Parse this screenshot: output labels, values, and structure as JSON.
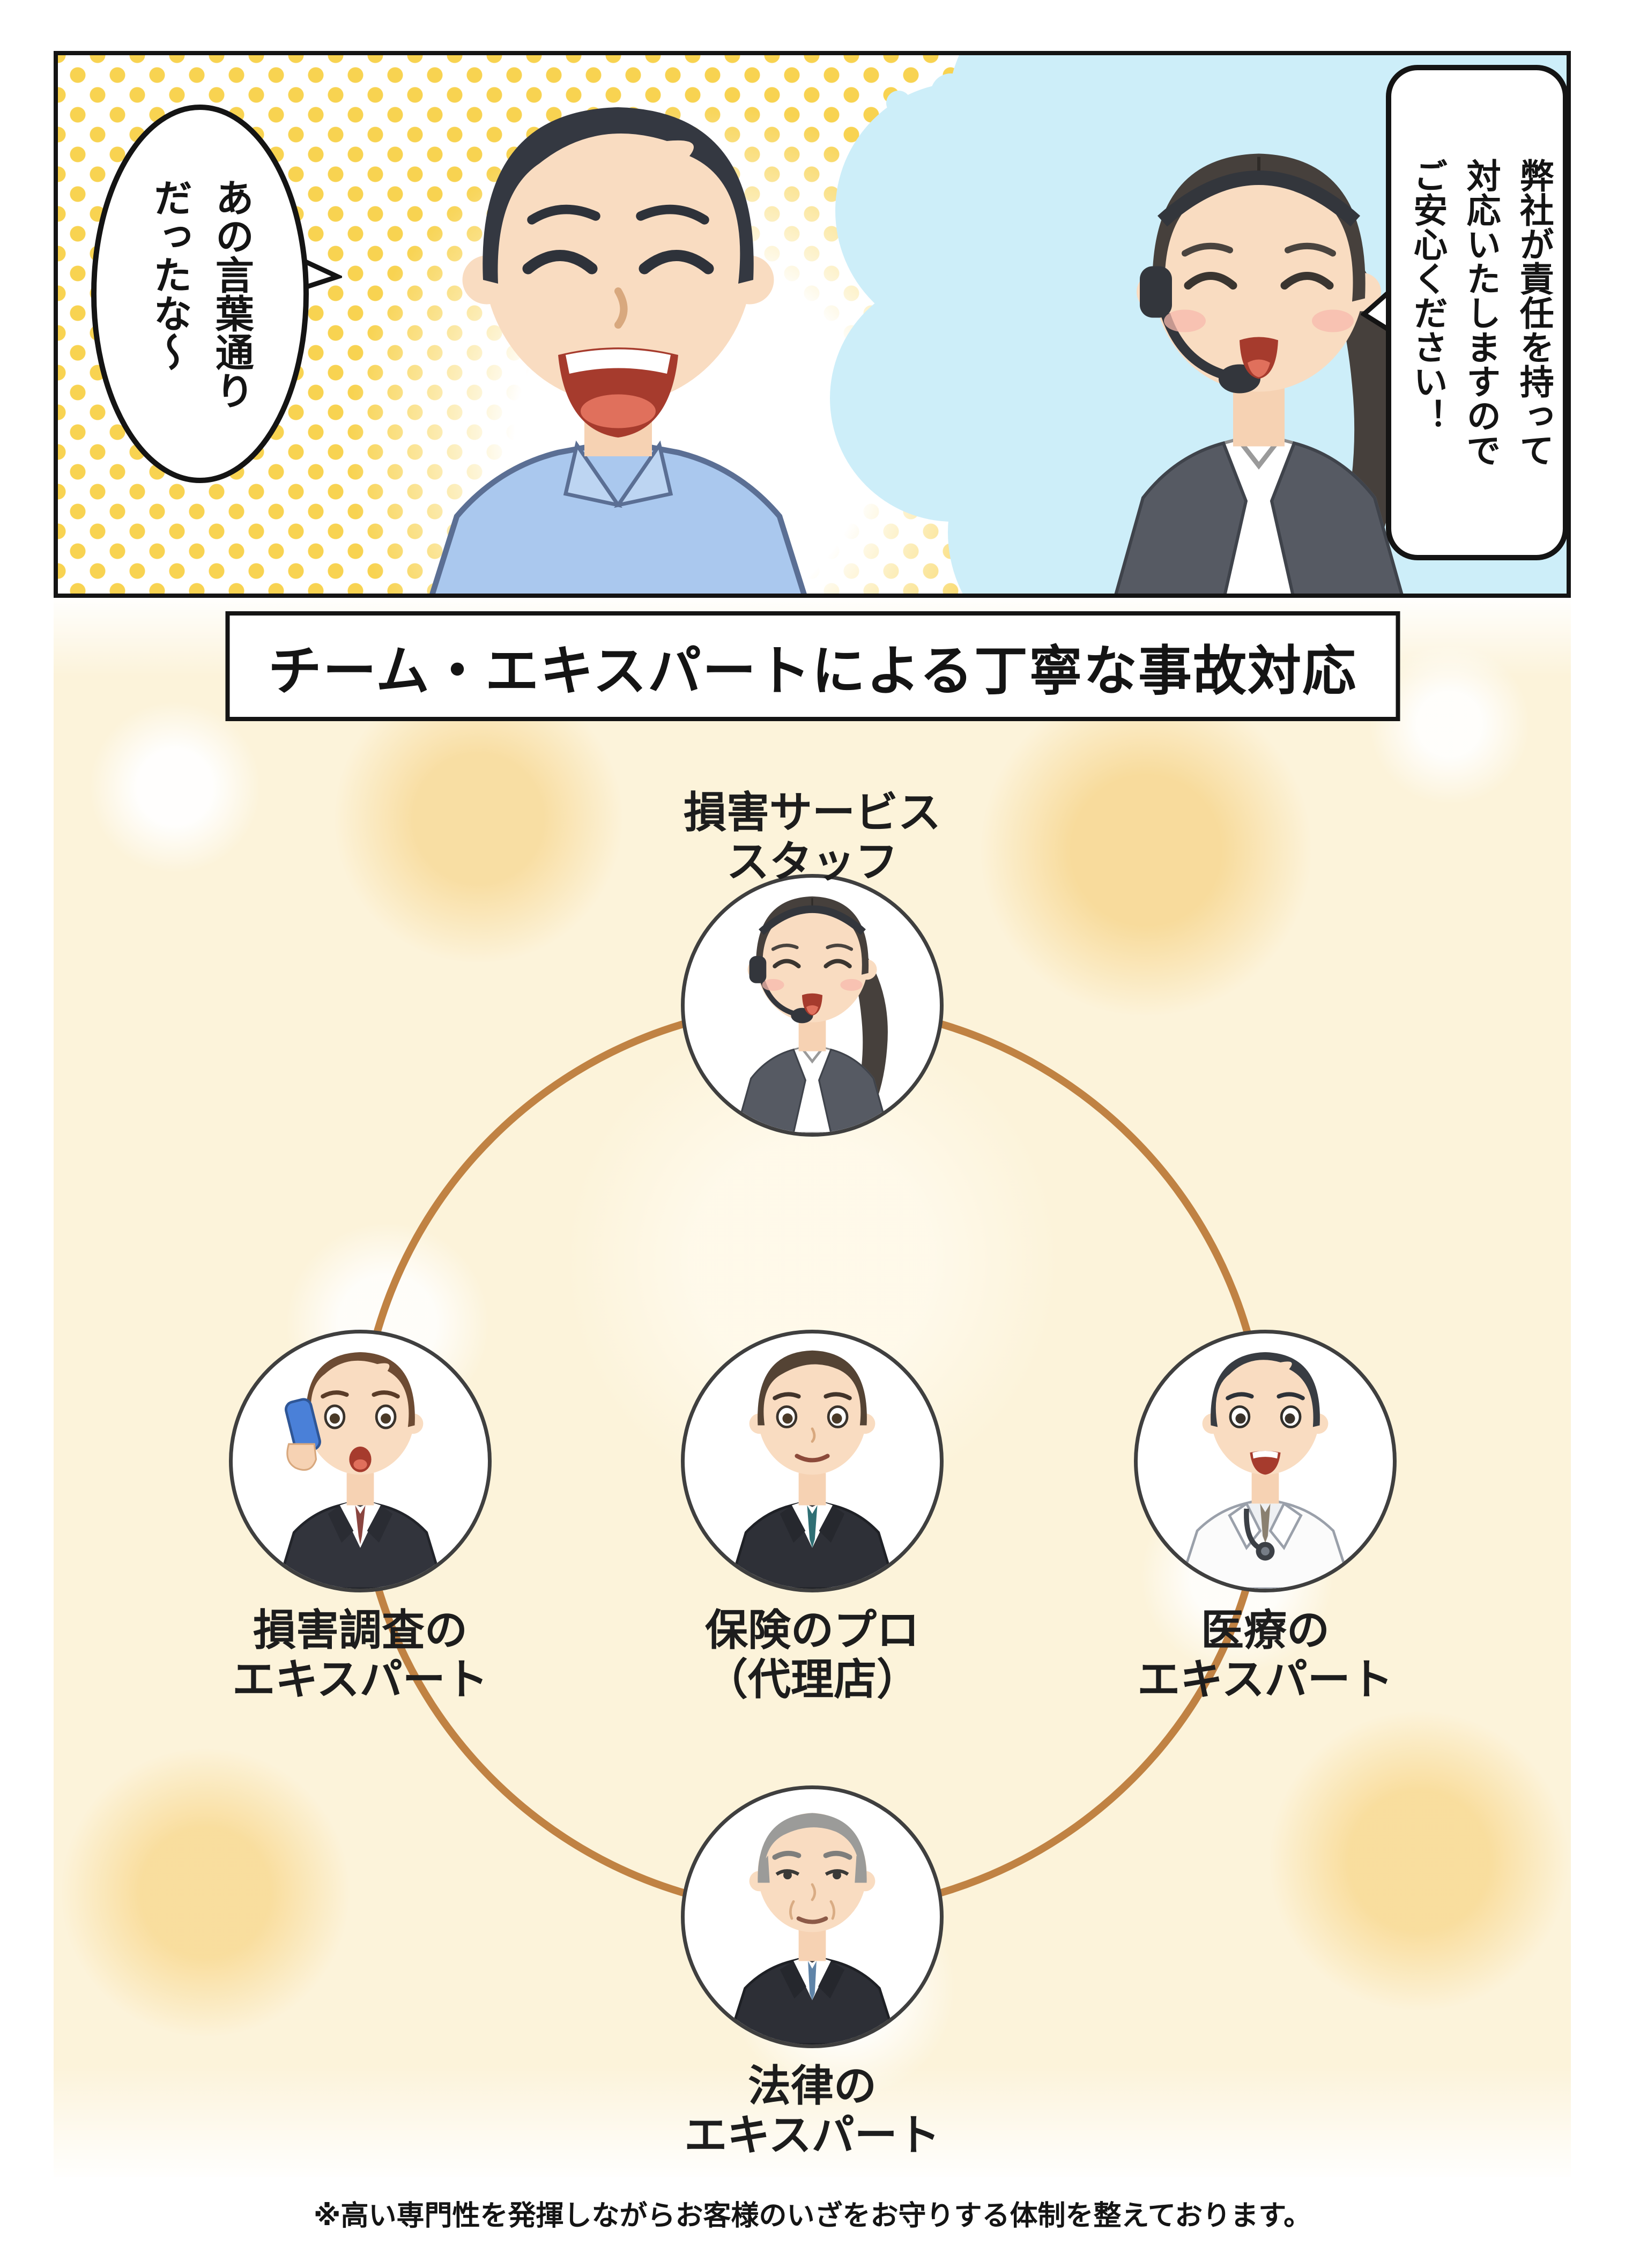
{
  "comic": {
    "customer_bubble_text": "あの言葉通り\nだったな〜",
    "operator_bubble_text": "弊社が責任を持って\n対応いたしますので\nご安心ください！"
  },
  "title_banner": {
    "text": "チーム・エキスパートによる丁寧な事故対応"
  },
  "diagram": {
    "ring_color": "#c08243",
    "nodes": [
      {
        "id": "damage-service-staff",
        "label": "損害サービス\nスタッフ",
        "icon": "operator-headset-avatar",
        "position": "top"
      },
      {
        "id": "damage-investigation-expert",
        "label": "損害調査の\nエキスパート",
        "icon": "investigator-phone-avatar",
        "position": "left"
      },
      {
        "id": "insurance-pro-agency",
        "label": "保険のプロ\n（代理店）",
        "icon": "insurance-pro-avatar",
        "position": "center"
      },
      {
        "id": "medical-expert",
        "label": "医療の\nエキスパート",
        "icon": "doctor-avatar",
        "position": "right"
      },
      {
        "id": "legal-expert",
        "label": "法律の\nエキスパート",
        "icon": "lawyer-avatar",
        "position": "bottom"
      }
    ]
  },
  "footer": {
    "note": "※高い専門性を発揮しながらお客様のいざをお守りする体制を整えております。"
  },
  "colors": {
    "halftone_dot": "#f7ce3e",
    "thought_cloud": "#cdeef9",
    "panel_background": "#fcf3da",
    "ring": "#c08243"
  }
}
